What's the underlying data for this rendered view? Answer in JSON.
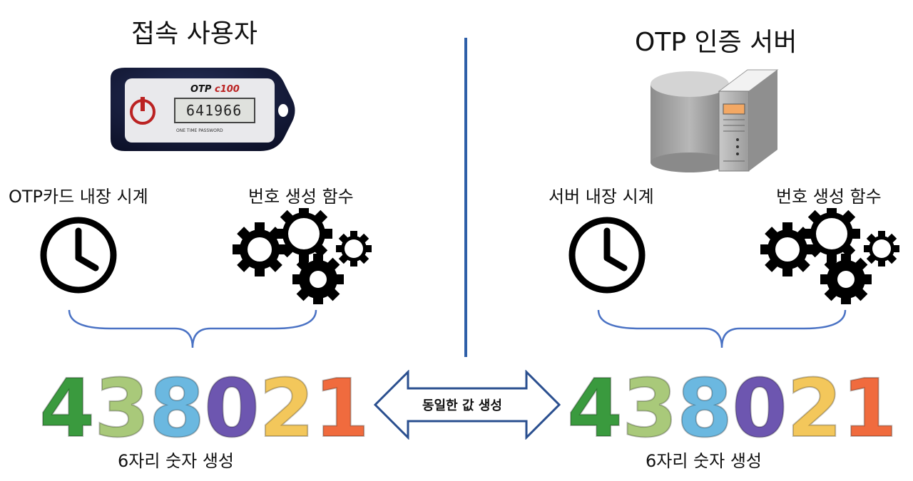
{
  "left": {
    "title": "접속 사용자",
    "token": {
      "brand": "OTP",
      "model": "c100",
      "display": "641966",
      "sub": "ONE TIME PASSWORD"
    },
    "clock_label": "OTP카드 내장 시계",
    "func_label": "번호 생성 함수",
    "digits": [
      "4",
      "3",
      "8",
      "0",
      "2",
      "1"
    ],
    "caption": "6자리 숫자 생성"
  },
  "right": {
    "title": "OTP 인증 서버",
    "clock_label": "서버 내장 시계",
    "func_label": "번호 생성 함수",
    "digits": [
      "4",
      "3",
      "8",
      "0",
      "2",
      "1"
    ],
    "caption": "6자리 숫자 생성"
  },
  "center": {
    "arrow_label": "동일한 값 생성"
  },
  "colors": {
    "divider": "#2E5FA8",
    "brace": "#4A72C4",
    "digit_colors": [
      "#3A9A3E",
      "#A9C97A",
      "#6BB8E0",
      "#6D56B0",
      "#F3C75B",
      "#F06B3E"
    ],
    "arrow_fill": "#ffffff",
    "arrow_stroke": "#2A4F8F"
  }
}
